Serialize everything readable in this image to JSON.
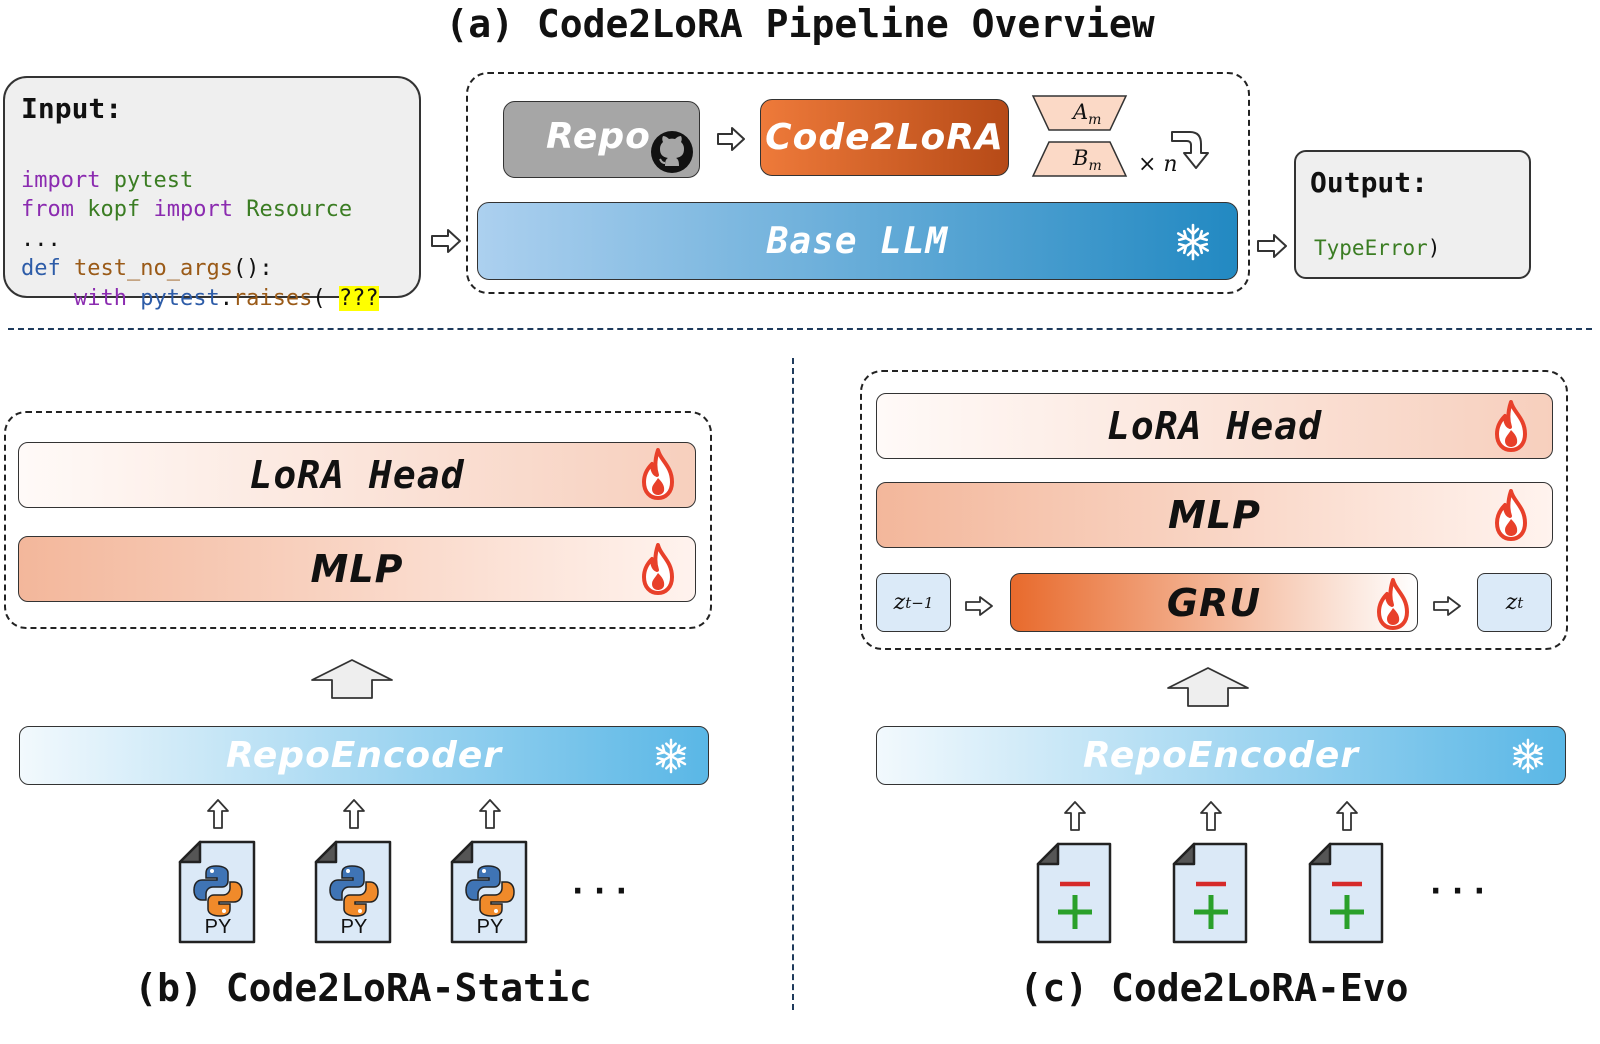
{
  "panel_a": {
    "title": "(a) Code2LoRA Pipeline Overview",
    "input": {
      "heading": "Input:",
      "line1_kw": "import",
      "line1_mod": " pytest",
      "line2_kw": "from",
      "line2_mod": " kopf ",
      "line2_kw2": "import",
      "line2_mod2": " Resource",
      "line3": "...",
      "line4_kw": "def",
      "line4_fn": " test_no_args",
      "line4_rest": "():",
      "line5_kw": "    with",
      "line5_mod": " pytest",
      "line5_dot": ".",
      "line5_meth": "raises",
      "line5_paren": "( ",
      "line5_hl": "???"
    },
    "repo_label": "Repo",
    "code2lora_label": "Code2LoRA",
    "a_matrix": "A",
    "a_sub": "m",
    "b_matrix": "B",
    "b_sub": "m",
    "times_n": "× n",
    "base_llm_label": "Base LLM",
    "output": {
      "heading": "Output:",
      "value": "TypeError",
      "close_paren": ")"
    }
  },
  "panel_b": {
    "title": "(b) Code2LoRA-Static",
    "lora_head": "LoRA Head",
    "mlp": "MLP",
    "encoder": "RepoEncoder",
    "file_label": "PY",
    "ellipsis": "· · ·"
  },
  "panel_c": {
    "title": "(c) Code2LoRA-Evo",
    "lora_head": "LoRA Head",
    "mlp": "MLP",
    "gru": "GRU",
    "z_prev": "z",
    "z_prev_sub": "t−1",
    "z_curr": "z",
    "z_curr_sub": "t",
    "encoder": "RepoEncoder",
    "ellipsis": "· · ·"
  },
  "colors": {
    "code2lora_orange": "#e36c2c",
    "base_llm_blue": "#2a8cc4",
    "repo_gray": "#a6a6a6",
    "flame": "#e8402a",
    "diff_minus": "#d62a2a",
    "diff_plus": "#2aa02a"
  },
  "icons": [
    "github-icon",
    "snowflake-icon",
    "flame-icon",
    "python-file-icon",
    "diff-file-icon",
    "arrow-right-icon",
    "arrow-up-icon",
    "curved-arrow-icon"
  ]
}
